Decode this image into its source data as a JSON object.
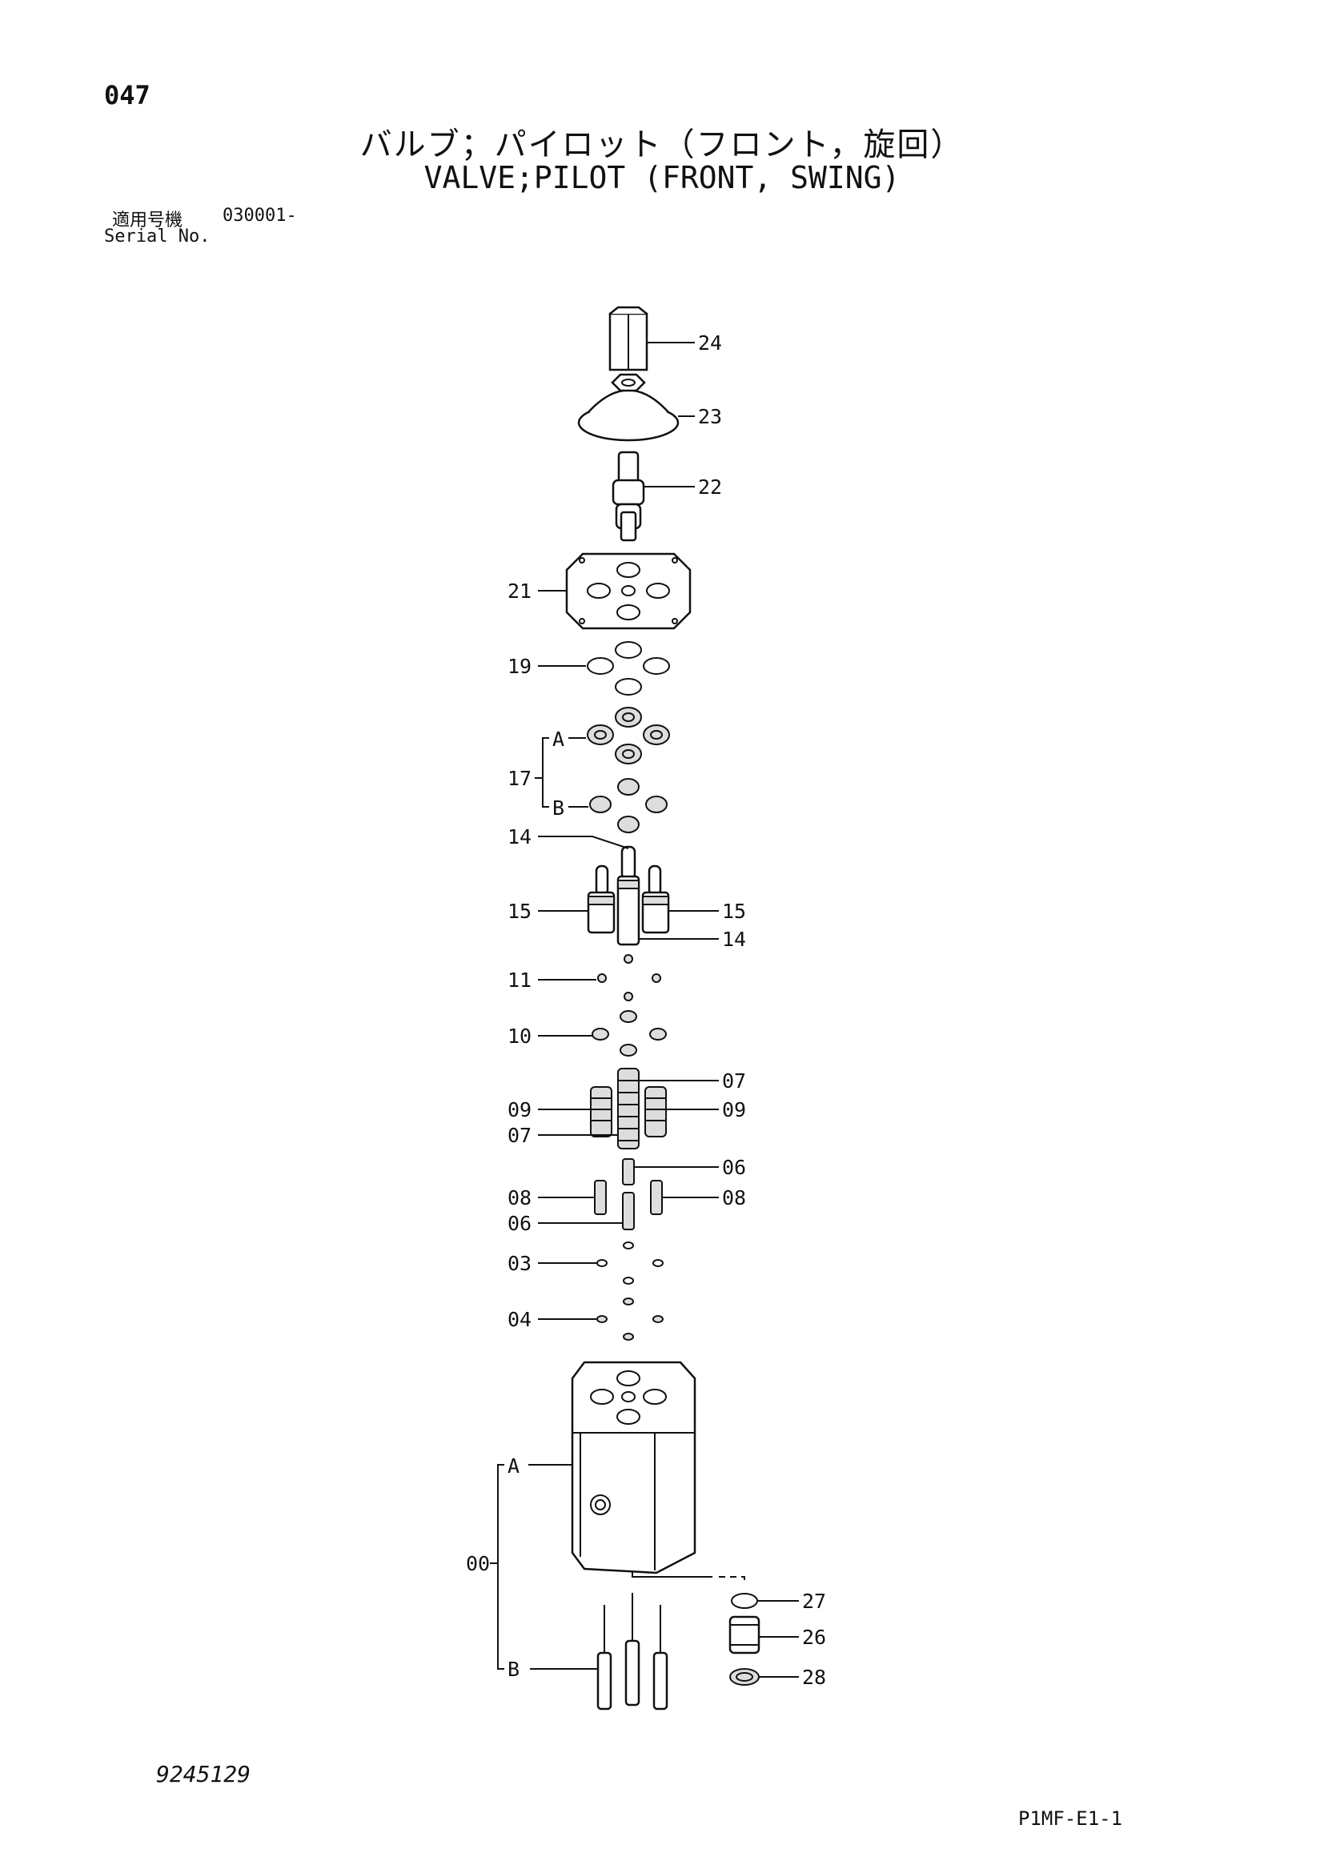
{
  "header": {
    "page_number": "047",
    "title_ja": "バルブ；パイロット（フロント，旋回）",
    "title_en": "VALVE;PILOT (FRONT, SWING)",
    "serial_label_ja": "適用号機",
    "serial_value": "030001-",
    "serial_label_en": "Serial No."
  },
  "footer": {
    "doc_number": "9245129",
    "page_code": "P1MF-E1-1"
  },
  "callouts": [
    "24",
    "23",
    "22",
    "21",
    "19",
    "A",
    "17",
    "B",
    "14",
    "15",
    "15",
    "14",
    "11",
    "10",
    "07",
    "09",
    "09",
    "07",
    "06",
    "08",
    "08",
    "06",
    "03",
    "04",
    "A",
    "00",
    "B",
    "27",
    "26",
    "28"
  ]
}
